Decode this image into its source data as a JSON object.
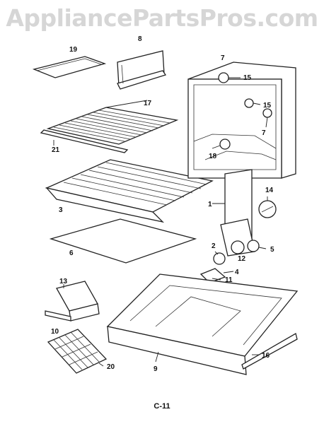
{
  "watermark": "AppliancePartsPros.com",
  "page_code": "C-11",
  "callouts": {
    "c19": "19",
    "c8": "8",
    "c7a": "7",
    "c15a": "15",
    "c15b": "15",
    "c7b": "7",
    "c18": "18",
    "c17": "17",
    "c21": "21",
    "c3": "3",
    "c6": "6",
    "c1": "1",
    "c14": "14",
    "c2": "2",
    "c5": "5",
    "c12": "12",
    "c4": "4",
    "c11": "11",
    "c13": "13",
    "c10": "10",
    "c20": "20",
    "c9": "9",
    "c16": "16"
  }
}
